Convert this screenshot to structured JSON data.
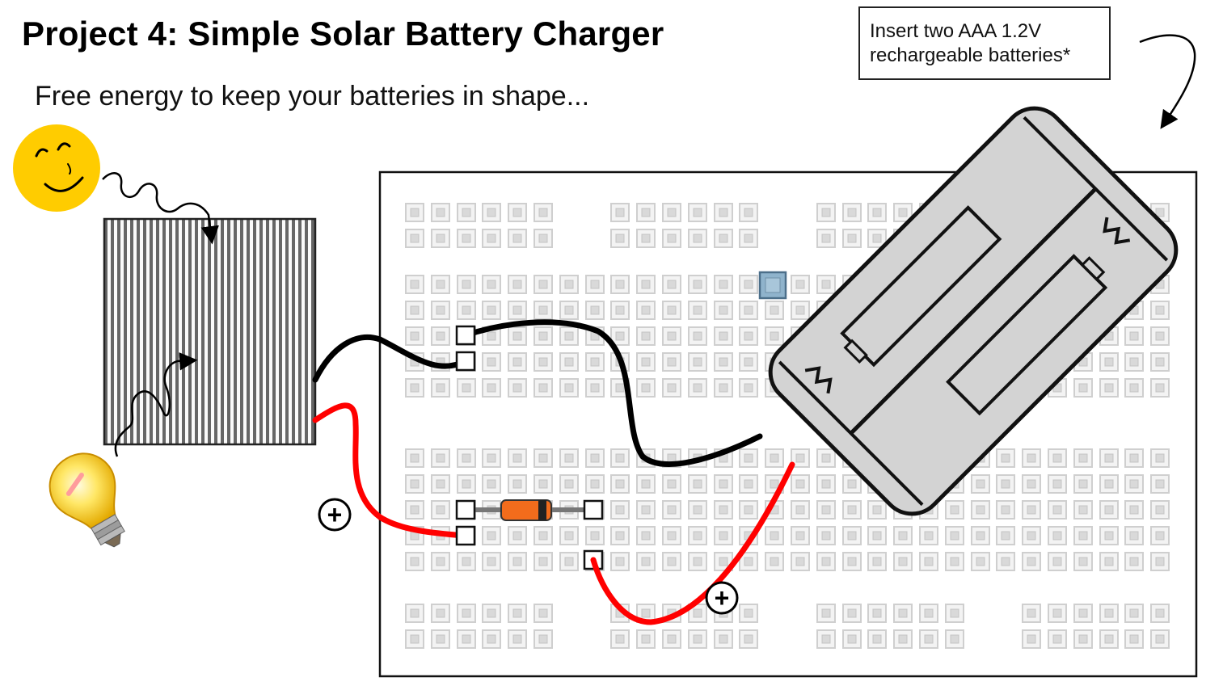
{
  "title": "Project 4: Simple Solar Battery Charger",
  "subtitle": "Free energy to keep your batteries in shape...",
  "note": {
    "line1": "Insert two AAA 1.2V",
    "line2": "rechargeable batteries*"
  },
  "components": {
    "sun": "smiling-sun",
    "lamp": "light-bulb",
    "panel": "solar-panel",
    "diode": "diode",
    "holder": "2xAAA-battery-holder",
    "board": "breadboard"
  },
  "symbols": {
    "plus": "+"
  },
  "colors": {
    "wire_black": "#000000",
    "wire_red": "#ff0000",
    "diode_body": "#f26c1c",
    "sun": "#ffcc00",
    "holder_fill": "#d3d3d3",
    "panel_fill": "#707070",
    "highlight_hole": "#8fb3cc"
  }
}
